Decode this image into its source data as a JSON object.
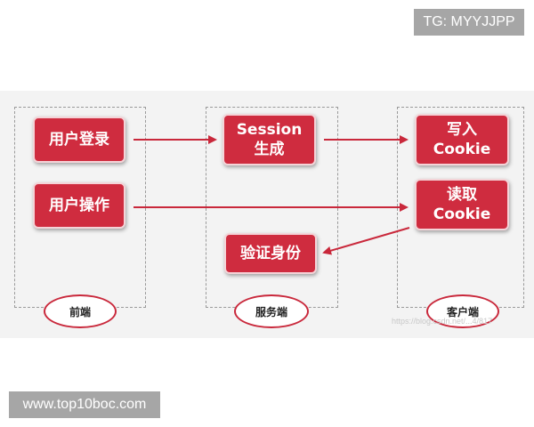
{
  "watermark_top": "TG: MYYJJPP",
  "watermark_bottom": "www.top10boc.com",
  "faint_watermark": "https://blog.csdn.net/...4/817",
  "columns": {
    "left": "前端",
    "middle": "服务端",
    "right": "客户端"
  },
  "nodes": {
    "login": "用户登录",
    "operate": "用户操作",
    "session_line1": "Session",
    "session_line2": "生成",
    "write_line1": "写入",
    "write_line2": "Cookie",
    "read_line1": "读取",
    "read_line2": "Cookie",
    "verify": "验证身份"
  },
  "colors": {
    "box": "#cf2c3f",
    "arrow": "#c9283b",
    "tag": "#a6a6a6"
  }
}
